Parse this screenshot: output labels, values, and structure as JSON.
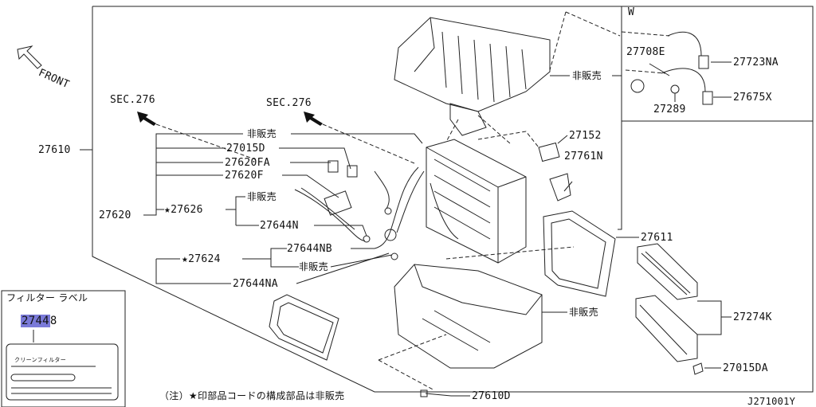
{
  "front_label": "FRONT",
  "sec_left": "SEC.276",
  "sec_mid": "SEC.276",
  "inset_title": "W",
  "labels": {
    "p27610": "27610",
    "p27620": "27620",
    "hanbai_top": "非販売",
    "p27015D": "27015D",
    "p27620FA": "27620FA",
    "p27620F": "27620F",
    "star_27626": "★27626",
    "hanbai_2": "非販売",
    "p27644N": "27644N",
    "p27644NB": "27644NB",
    "star_27624": "★27624",
    "hanbai_3": "非販売",
    "p27644NA": "27644NA",
    "hanbai_case": "非販売",
    "p27152": "27152",
    "p27761N": "27761N",
    "p27611": "27611",
    "hanbai_lower": "非販売",
    "p27274K": "27274K",
    "p27015DA": "27015DA",
    "p27610D": "27610D",
    "p27708E": "27708E",
    "p27723NA": "27723NA",
    "p27675X": "27675X",
    "p27289": "27289"
  },
  "filter_label": {
    "title": "フィルター ラベル",
    "code_highlight": "2744",
    "code_rest": "8",
    "card_text": "クリーンフィルター"
  },
  "note": "（注）★印部品コードの構成部品は非販売",
  "diagram_id": "J271001Y"
}
